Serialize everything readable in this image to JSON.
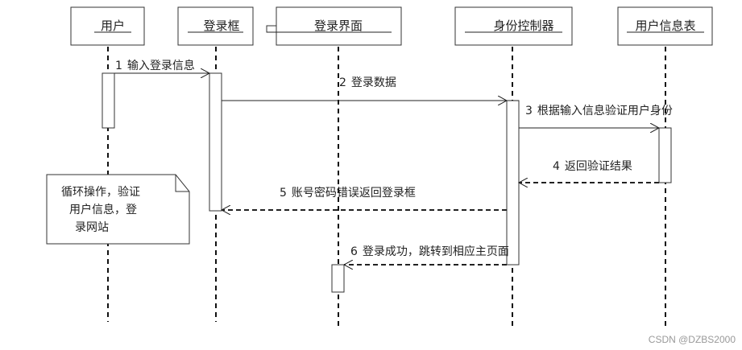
{
  "diagram": {
    "type": "sequence",
    "participants": [
      {
        "id": "user",
        "label": "用户"
      },
      {
        "id": "login_box",
        "label": "登录框"
      },
      {
        "id": "login_ui",
        "label": "登录界面"
      },
      {
        "id": "auth_ctrl",
        "label": "身份控制器"
      },
      {
        "id": "user_table",
        "label": "用户信息表"
      }
    ],
    "messages": [
      {
        "num": "1",
        "text": "输入登录信息",
        "from": "user",
        "to": "login_box",
        "style": "solid"
      },
      {
        "num": "2",
        "text": "登录数据",
        "from": "login_box",
        "to": "auth_ctrl",
        "style": "solid"
      },
      {
        "num": "3",
        "text": "根据输入信息验证用户身份",
        "from": "auth_ctrl",
        "to": "user_table",
        "style": "solid"
      },
      {
        "num": "4",
        "text": "返回验证结果",
        "from": "user_table",
        "to": "auth_ctrl",
        "style": "dashed"
      },
      {
        "num": "5",
        "text": "账号密码错误返回登录框",
        "from": "auth_ctrl",
        "to": "login_box",
        "style": "dashed"
      },
      {
        "num": "6",
        "text": "登录成功，跳转到相应主页面",
        "from": "auth_ctrl",
        "to": "login_ui",
        "style": "dashed"
      }
    ],
    "note": {
      "lines": [
        "循环操作，验证",
        "用户信息，登",
        "录网站"
      ]
    }
  },
  "watermark": "CSDN @DZBS2000"
}
